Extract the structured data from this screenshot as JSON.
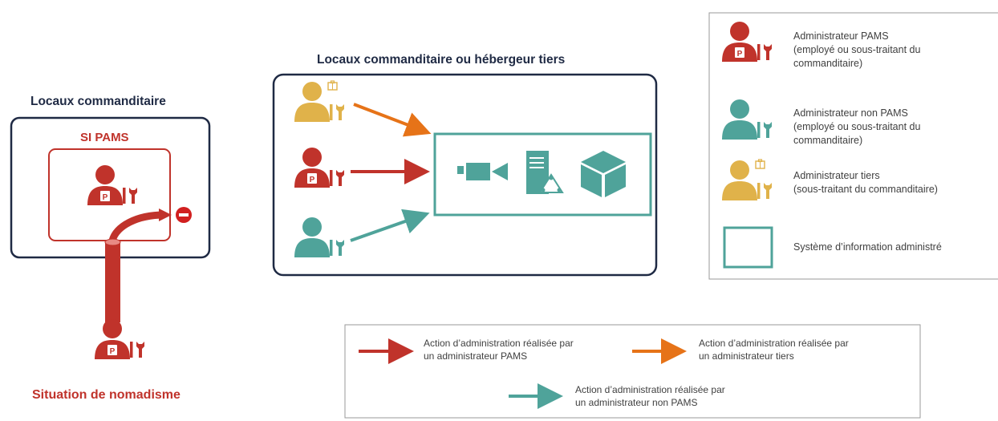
{
  "left_zone": {
    "title": "Locaux commanditaire",
    "si_label": "SI PAMS",
    "nomad_label": "Situation de nomadisme"
  },
  "center_zone": {
    "title": "Locaux commanditaire ou hébergeur tiers"
  },
  "badge_letter": "P",
  "legend_admins": [
    {
      "line1": "Administrateur PAMS",
      "line2": "(employé ou sous-traitant du",
      "line3": "commanditaire)"
    },
    {
      "line1": "Administrateur non PAMS",
      "line2": "(employé ou sous-traitant du",
      "line3": "commanditaire)"
    },
    {
      "line1": "Administrateur tiers",
      "line2": "(sous-traitant du commanditaire)"
    },
    {
      "line1": "Système d’information administré"
    }
  ],
  "legend_arrows": [
    {
      "line1": "Action d’administration réalisée par",
      "line2": "un administrateur PAMS"
    },
    {
      "line1": "Action d’administration réalisée par",
      "line2": "un administrateur tiers"
    },
    {
      "line1": "Action d’administration réalisée par",
      "line2": "un administrateur non PAMS"
    }
  ],
  "colors": {
    "pams_red": "#c0332b",
    "non_pams_teal": "#4fa39a",
    "tiers_gold": "#e0b24a",
    "tiers_arrow_orange": "#e67318",
    "navy_border": "#1f2a44",
    "legend_border": "#9a9a9a"
  }
}
